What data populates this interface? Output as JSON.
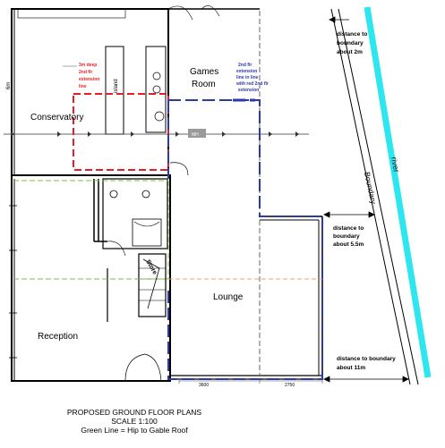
{
  "rooms": {
    "games_room_line1": "Games",
    "games_room_line2": "Room",
    "conservatory": "Conservatory",
    "reception": "Reception",
    "lounge": "Lounge",
    "store": "Store",
    "island": "island"
  },
  "annotations": {
    "red_note": [
      "3m deep",
      "2nd flr",
      "extension",
      "line"
    ],
    "blue_note": [
      "2nd flr",
      "extension",
      "line in line",
      "with red 2nd flr",
      "extension"
    ],
    "mh": "MH",
    "left_dim": "6m",
    "river": "river",
    "boundary": "Boundary",
    "dist_2m": [
      "distance to",
      "boundary",
      "about 2m"
    ],
    "dist_5_5m": [
      "distance to",
      "boundary",
      "about 5.5m"
    ],
    "dist_11m": [
      "distance to boundary",
      "about 11m"
    ],
    "dim_3600": "3600",
    "dim_2750": "2750"
  },
  "caption": {
    "line1": "PROPOSED GROUND FLOOR PLANS",
    "line2": "SCALE 1:100",
    "line3": "Green Line = Hip to Gable Roof"
  },
  "colors": {
    "wall": "#000000",
    "red_line": "#e41e26",
    "blue_line": "#2b3aa8",
    "green_line": "#79c142",
    "orange_line": "#f0a050",
    "river": "#2ee6f0",
    "dim_line": "#555555"
  }
}
